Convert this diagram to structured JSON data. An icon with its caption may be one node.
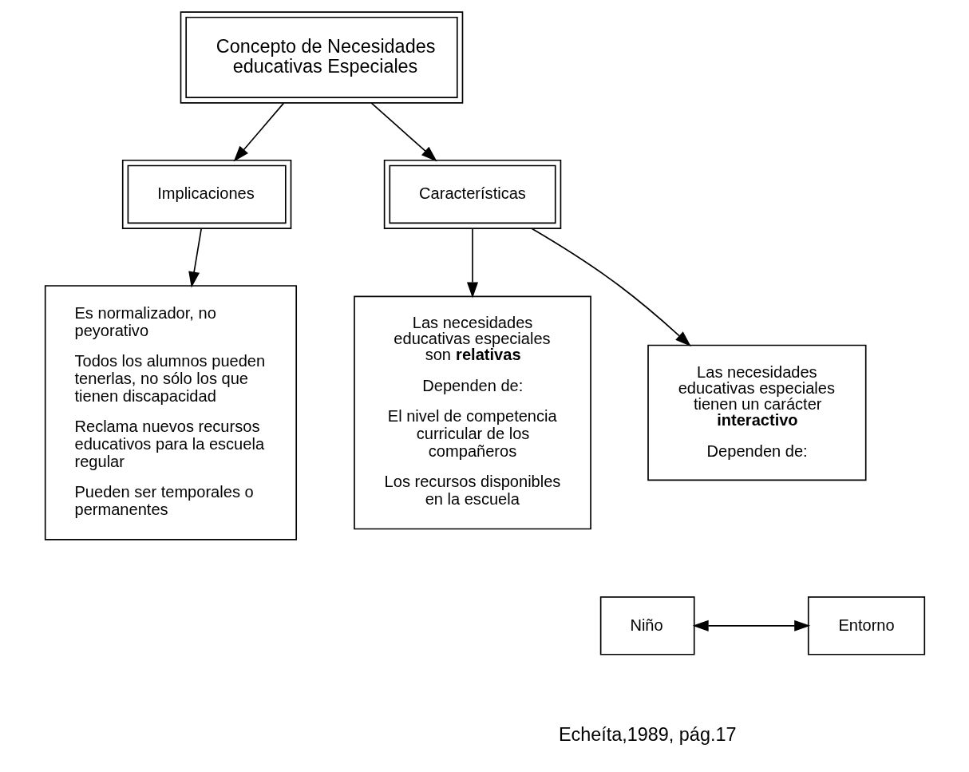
{
  "diagram": {
    "nodes": [
      {
        "text": [
          "Concepto de Necesidades educativas Especiales"
        ]
      },
      {
        "text": [
          "Implicaciones"
        ]
      },
      {
        "text": [
          "Características"
        ]
      },
      {
        "text": [
          "Es normalizador, no peyorativo",
          "Todos los alumnos pueden tenerlas, no sólo los que tienen discapacidad",
          "Reclama nuevos recursos educativos para la escuela regular",
          "Pueden ser temporales o permanentes"
        ]
      },
      {
        "text": [
          "Las necesidades educativas especiales son **relativas**",
          "Dependen de:",
          "El nivel de competencia curricular de los compañeros",
          "Los recursos disponibles en la escuela"
        ]
      },
      {
        "text": [
          "Las necesidades educativas especiales tienen un carácter **interactivo**",
          "Dependen de:"
        ]
      },
      {
        "text": [
          "Niño"
        ]
      },
      {
        "text": [
          "Entorno"
        ]
      }
    ],
    "edges": [
      {
        "from": 0,
        "to": 1,
        "arrow": "to"
      },
      {
        "from": 0,
        "to": 2,
        "arrow": "to"
      },
      {
        "from": 1,
        "to": 3,
        "arrow": "to"
      },
      {
        "from": 2,
        "to": 4,
        "arrow": "to"
      },
      {
        "from": 2,
        "to": 5,
        "arrow": "to"
      },
      {
        "from": 6,
        "to": 7,
        "arrow": "both"
      }
    ],
    "labels": [
      "Echeíta,1989, pág.17"
    ]
  }
}
